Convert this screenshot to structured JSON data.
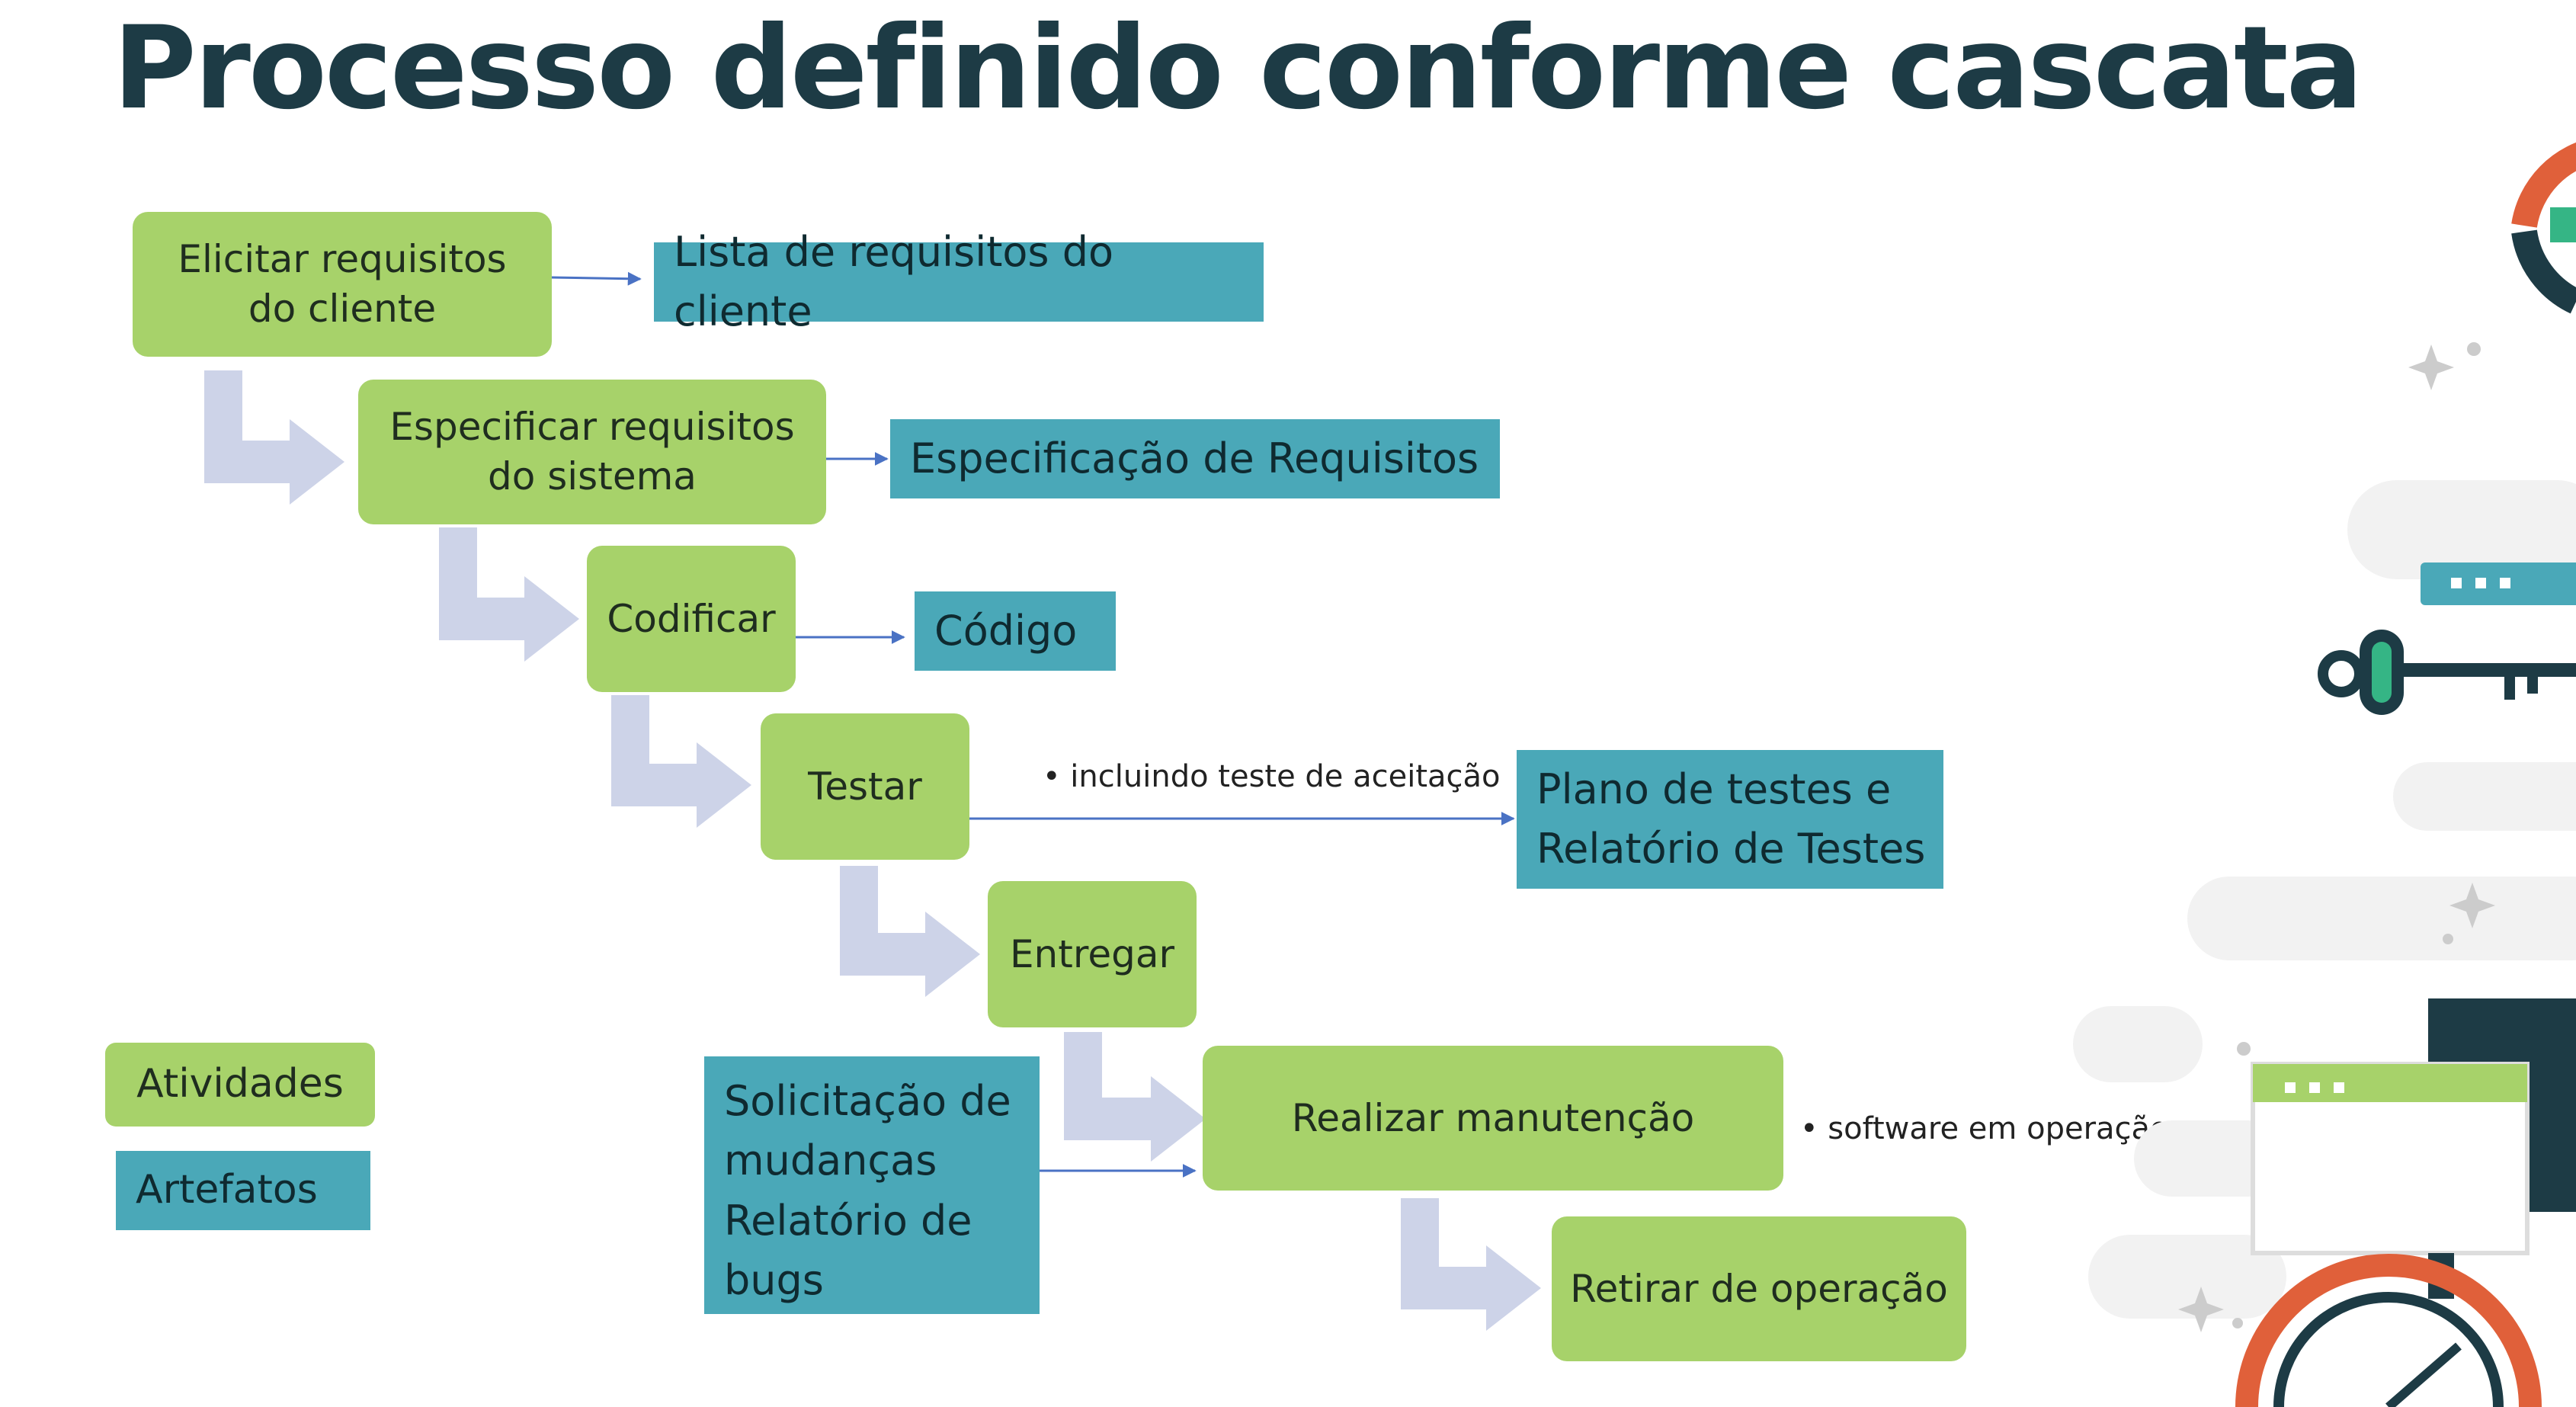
{
  "slide": {
    "title": "Processo definido conforme cascata"
  },
  "activities": {
    "elicitar": "Elicitar requisitos\ndo cliente",
    "especificar": "Especificar requisitos\ndo sistema",
    "codificar": "Codificar",
    "testar": "Testar",
    "entregar": "Entregar",
    "manutencao": "Realizar manutenção",
    "retirar": "Retirar de operação"
  },
  "artifacts": {
    "lista": "Lista de requisitos do cliente",
    "especificacao": "Especificação de Requisitos",
    "codigo": "Código",
    "plano": "Plano de testes e\nRelatório de Testes",
    "solicitacao": "Solicitação de\nmudanças\nRelatório de\nbugs"
  },
  "notes": {
    "teste": "• incluindo teste de aceitação",
    "operacao": "• software em operação"
  },
  "legend": {
    "atividades": "Atividades",
    "artefatos": "Artefatos"
  },
  "colors": {
    "activity": "#a7d26a",
    "artifact": "#4aa8b8",
    "title": "#1d3b45",
    "flow_arrow": "#cdd3e8",
    "connector": "#4a72c4"
  }
}
